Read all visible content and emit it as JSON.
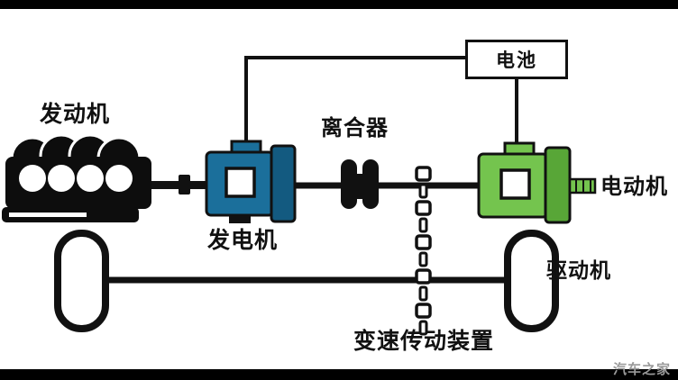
{
  "diagram": {
    "labels": {
      "engine": "发动机",
      "generator": "发电机",
      "clutch": "离合器",
      "battery": "电池",
      "motor": "电动机",
      "drive": "驱动机",
      "transmission": "变速传动装置"
    },
    "watermark": "汽车之家",
    "colors": {
      "generator_body": "#1b6f9b",
      "generator_cap": "#135a80",
      "motor_body": "#74c44e",
      "motor_cap": "#58a637",
      "ink": "#111111",
      "background": "#ffffff",
      "letterbox": "#000000"
    }
  }
}
